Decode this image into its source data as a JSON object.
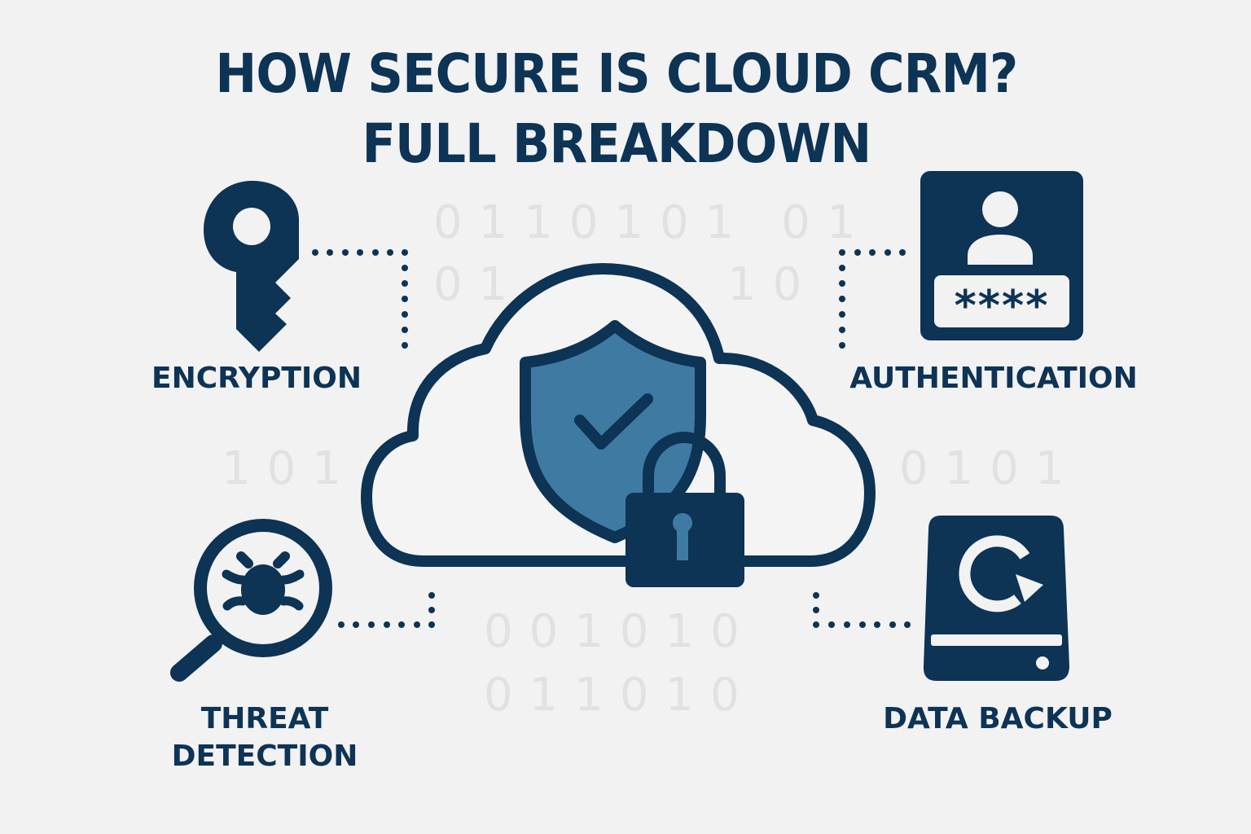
{
  "header": {
    "title_line1": "HOW SECURE IS CLOUD CRM?",
    "title_line2": "FULL BREAKDOWN"
  },
  "background_binary": {
    "top_row1": "0110101 01",
    "top_row2_left": "01",
    "top_row2_right": "10",
    "mid_left": "101",
    "mid_right": "0101",
    "bottom_row1": "001010",
    "bottom_row2": "011010"
  },
  "center_graphic": {
    "icons": [
      "cloud-icon",
      "shield-check-icon",
      "padlock-icon"
    ]
  },
  "features": [
    {
      "id": "encryption",
      "label": "ENCRYPTION",
      "icon": "key-icon",
      "position": "top-left"
    },
    {
      "id": "authentication",
      "label": "AUTHENTICATION",
      "icon": "user-password-icon",
      "position": "top-right",
      "password_mask": "****"
    },
    {
      "id": "threat-detection",
      "label_line1": "THREAT",
      "label_line2": "DETECTION",
      "icon": "magnifier-bug-icon",
      "position": "bottom-left"
    },
    {
      "id": "data-backup",
      "label": "DATA BACKUP",
      "icon": "drive-backup-icon",
      "position": "bottom-right"
    }
  ],
  "colors": {
    "background": "#f2f2f2",
    "primary_navy": "#0d3355",
    "shield_blue": "#3f7aa3",
    "binary_gray": "#e0e1e2"
  }
}
